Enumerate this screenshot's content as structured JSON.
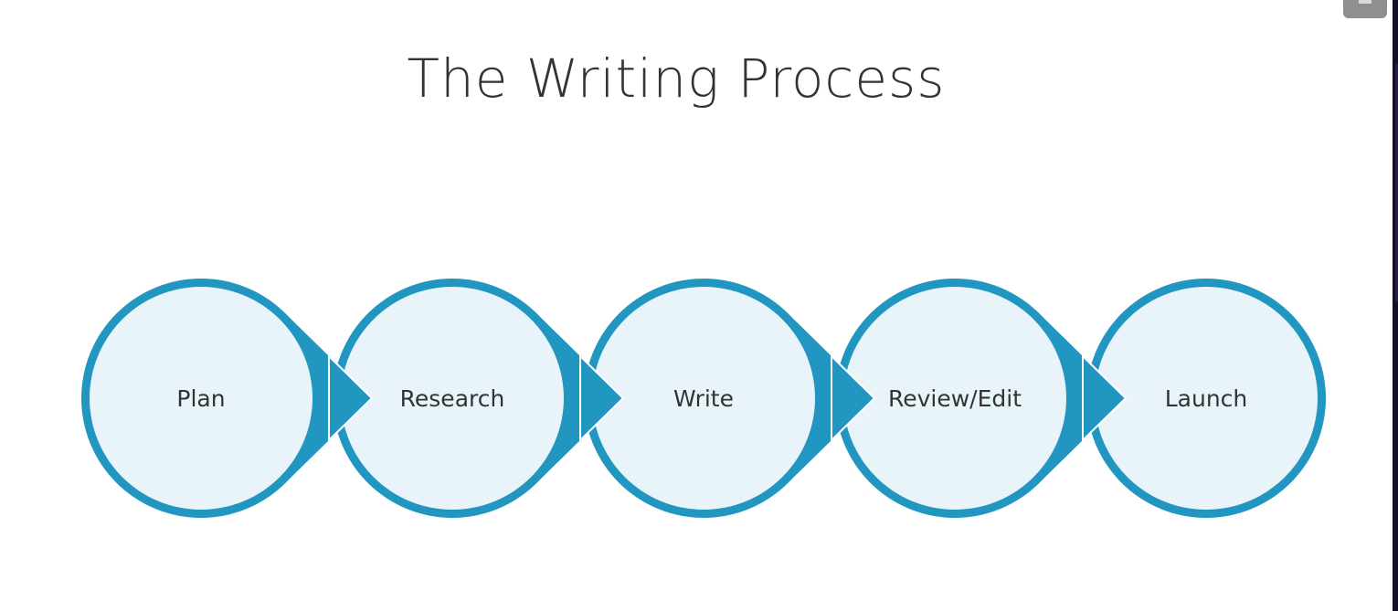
{
  "title": "The Writing Process",
  "steps": [
    {
      "label": "Plan"
    },
    {
      "label": "Research"
    },
    {
      "label": "Write"
    },
    {
      "label": "Review/Edit"
    },
    {
      "label": "Launch"
    }
  ],
  "colors": {
    "ring": "#2196c0",
    "fill": "#e8f4fa",
    "text": "#333333",
    "background": "#ffffff"
  }
}
